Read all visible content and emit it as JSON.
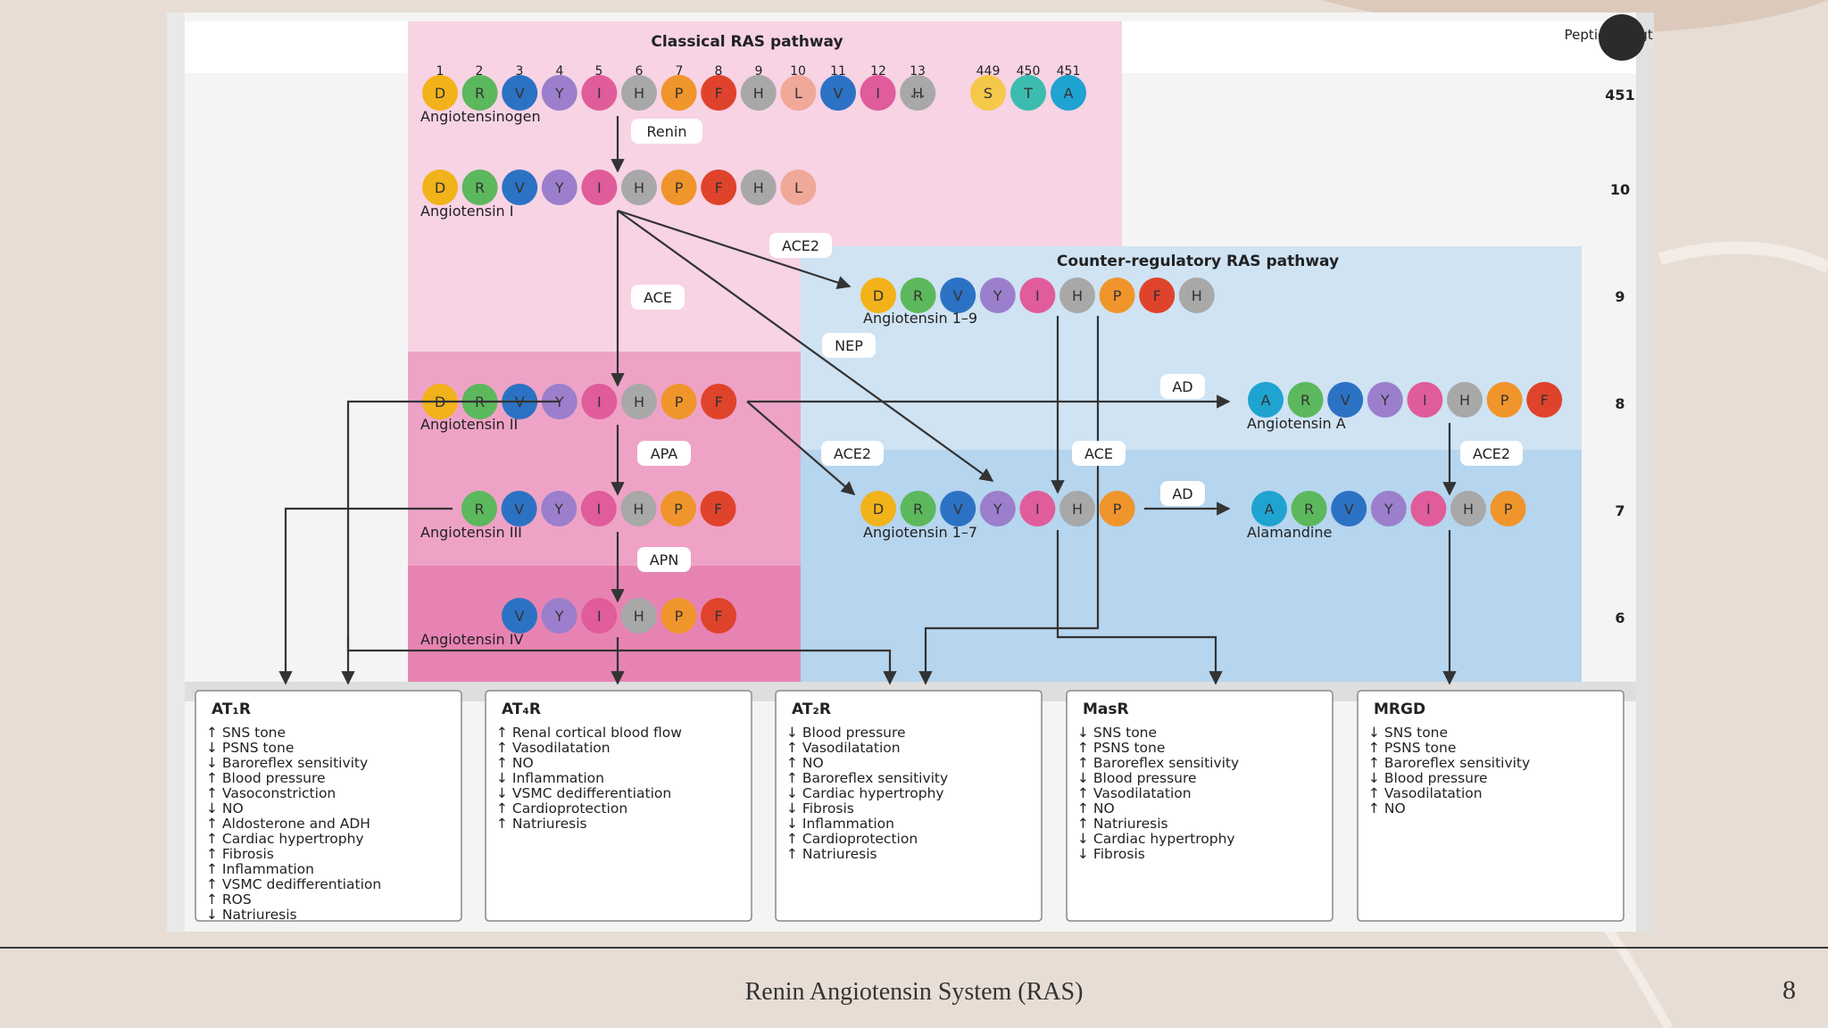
{
  "slide": {
    "title": "Renin Angiotensin System (RAS)",
    "page_number": "8",
    "colors": {
      "background": "#e7ddd4",
      "text": "#333333"
    }
  },
  "diagram": {
    "classical_title": "Classical RAS pathway",
    "counter_title": "Counter-regulatory RAS pathway",
    "peptide_length_label": "Peptide length",
    "positions": [
      "1",
      "2",
      "3",
      "4",
      "5",
      "6",
      "7",
      "8",
      "9",
      "10",
      "11",
      "12",
      "13",
      "449",
      "450",
      "451"
    ],
    "rows": [
      {
        "name": "Angiotensinogen",
        "residues": [
          "D",
          "R",
          "V",
          "Y",
          "I",
          "H",
          "P",
          "F",
          "H",
          "L",
          "V",
          "I",
          "H",
          "…",
          "S",
          "T",
          "A"
        ],
        "length": "451"
      },
      {
        "name": "Angiotensin I",
        "residues": [
          "D",
          "R",
          "V",
          "Y",
          "I",
          "H",
          "P",
          "F",
          "H",
          "L"
        ],
        "length": "10"
      },
      {
        "name": "Angiotensin 1–9",
        "residues": [
          "D",
          "R",
          "V",
          "Y",
          "I",
          "H",
          "P",
          "F",
          "H"
        ],
        "length": "9"
      },
      {
        "name": "Angiotensin II",
        "residues": [
          "D",
          "R",
          "V",
          "Y",
          "I",
          "H",
          "P",
          "F"
        ],
        "length": "8"
      },
      {
        "name": "Angiotensin A",
        "residues": [
          "A",
          "R",
          "V",
          "Y",
          "I",
          "H",
          "P",
          "F"
        ]
      },
      {
        "name": "Angiotensin III",
        "residues": [
          "R",
          "V",
          "Y",
          "I",
          "H",
          "P",
          "F"
        ],
        "length": "7"
      },
      {
        "name": "Angiotensin 1–7",
        "residues": [
          "D",
          "R",
          "V",
          "Y",
          "I",
          "H",
          "P"
        ]
      },
      {
        "name": "Alamandine",
        "residues": [
          "A",
          "R",
          "V",
          "Y",
          "I",
          "H",
          "P"
        ]
      },
      {
        "name": "Angiotensin IV",
        "residues": [
          "V",
          "Y",
          "I",
          "H",
          "P",
          "F"
        ],
        "length": "6"
      }
    ],
    "enzymes": [
      "Renin",
      "ACE2",
      "ACE",
      "NEP",
      "AD",
      "APA",
      "ACE2",
      "ACE",
      "AD",
      "ACE2",
      "APN"
    ],
    "residue_colors": {
      "D": "#f2b21a",
      "R": "#5cb85c",
      "V": "#2c72c4",
      "Y": "#9b7fcc",
      "I": "#e05c9a",
      "H": "#a8a8a8",
      "P": "#f0952b",
      "F": "#e0432b",
      "L": "#f0a898",
      "S": "#f5c84a",
      "T": "#3cbcb0",
      "A": "#1fa3d1"
    },
    "receptors": [
      {
        "name": "AT₁R",
        "effects": [
          "↑ SNS tone",
          "↓ PSNS tone",
          "↓ Baroreflex sensitivity",
          "↑ Blood pressure",
          "↑ Vasoconstriction",
          "↓ NO",
          "↑ Aldosterone and ADH",
          "↑ Cardiac hypertrophy",
          "↑ Fibrosis",
          "↑ Inflammation",
          "↑ VSMC dedifferentiation",
          "↑ ROS",
          "↓ Natriuresis"
        ]
      },
      {
        "name": "AT₄R",
        "effects": [
          "↑ Renal cortical blood flow",
          "↑ Vasodilatation",
          "↑ NO",
          "↓ Inflammation",
          "↓ VSMC dedifferentiation",
          "↑ Cardioprotection",
          "↑ Natriuresis"
        ]
      },
      {
        "name": "AT₂R",
        "effects": [
          "↓ Blood pressure",
          "↑ Vasodilatation",
          "↑ NO",
          "↑ Baroreflex sensitivity",
          "↓ Cardiac hypertrophy",
          "↓ Fibrosis",
          "↓ Inflammation",
          "↑ Cardioprotection",
          "↑ Natriuresis"
        ]
      },
      {
        "name": "MasR",
        "effects": [
          "↓ SNS tone",
          "↑ PSNS tone",
          "↑ Baroreflex sensitivity",
          "↓ Blood pressure",
          "↑ Vasodilatation",
          "↑ NO",
          "↑ Natriuresis",
          "↓ Cardiac hypertrophy",
          "↓ Fibrosis"
        ]
      },
      {
        "name": "MRGD",
        "effects": [
          "↓ SNS tone",
          "↑ PSNS tone",
          "↑ Baroreflex sensitivity",
          "↓ Blood pressure",
          "↑ Vasodilatation",
          "↑ NO"
        ]
      }
    ]
  }
}
